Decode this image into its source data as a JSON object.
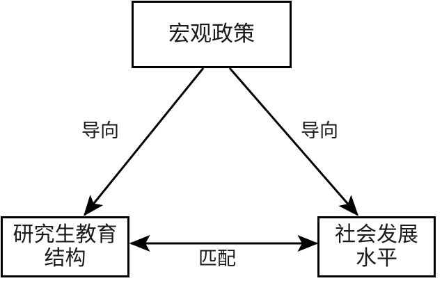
{
  "diagram": {
    "title_text": "宏观政策",
    "background_color": "#ffffff",
    "line_color": "#000000",
    "text_color": "#1a1a1a",
    "nodes": [
      {
        "id": "policy",
        "label": "宏观政策",
        "position": "top-center"
      },
      {
        "id": "structure",
        "label": "研究生教育\n结构",
        "position": "bottom-left"
      },
      {
        "id": "society",
        "label": "社会发展\n水平",
        "position": "bottom-right"
      }
    ],
    "edges": [
      {
        "id": "policy-to-structure",
        "label": "导向",
        "from": "policy",
        "to": "structure",
        "arrow": "single"
      },
      {
        "id": "policy-to-society",
        "label": "导向",
        "from": "policy",
        "to": "society",
        "arrow": "single"
      },
      {
        "id": "structure-to-society",
        "label": "匹配",
        "from": "structure",
        "to": "society",
        "arrow": "double"
      }
    ]
  }
}
